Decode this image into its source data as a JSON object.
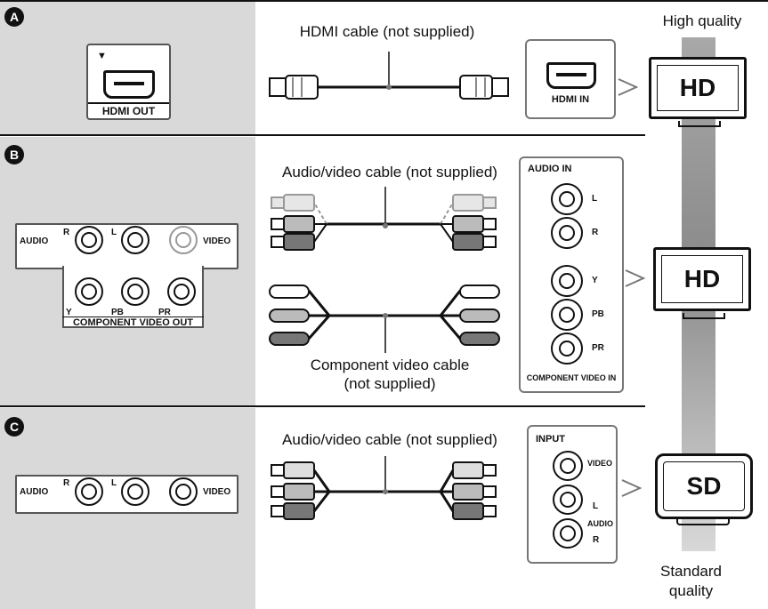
{
  "quality": {
    "high": "High quality",
    "standard_line1": "Standard",
    "standard_line2": "quality"
  },
  "sections": {
    "A": {
      "badge": "A",
      "cable": "HDMI cable (not supplied)",
      "player_port": "HDMI OUT",
      "tv_port": "HDMI IN",
      "tv": "HD"
    },
    "B": {
      "badge": "B",
      "cable_av": "Audio/video cable (not supplied)",
      "cable_comp_line1": "Component video cable",
      "cable_comp_line2": "(not supplied)",
      "audio": "AUDIO",
      "video": "VIDEO",
      "r": "R",
      "l": "L",
      "y": "Y",
      "pb": "PB",
      "pr": "PR",
      "component_out": "COMPONENT VIDEO OUT",
      "tv_audio_in": "AUDIO IN",
      "tv_l": "L",
      "tv_r": "R",
      "tv_y": "Y",
      "tv_pb": "PB",
      "tv_pr": "PR",
      "tv_component_in": "COMPONENT VIDEO IN",
      "tv": "HD"
    },
    "C": {
      "badge": "C",
      "cable": "Audio/video cable (not supplied)",
      "audio": "AUDIO",
      "video": "VIDEO",
      "r": "R",
      "l": "L",
      "tv_input": "INPUT",
      "tv_video": "VIDEO",
      "tv_l": "L",
      "tv_audio": "AUDIO",
      "tv_r": "R",
      "tv": "SD"
    }
  }
}
